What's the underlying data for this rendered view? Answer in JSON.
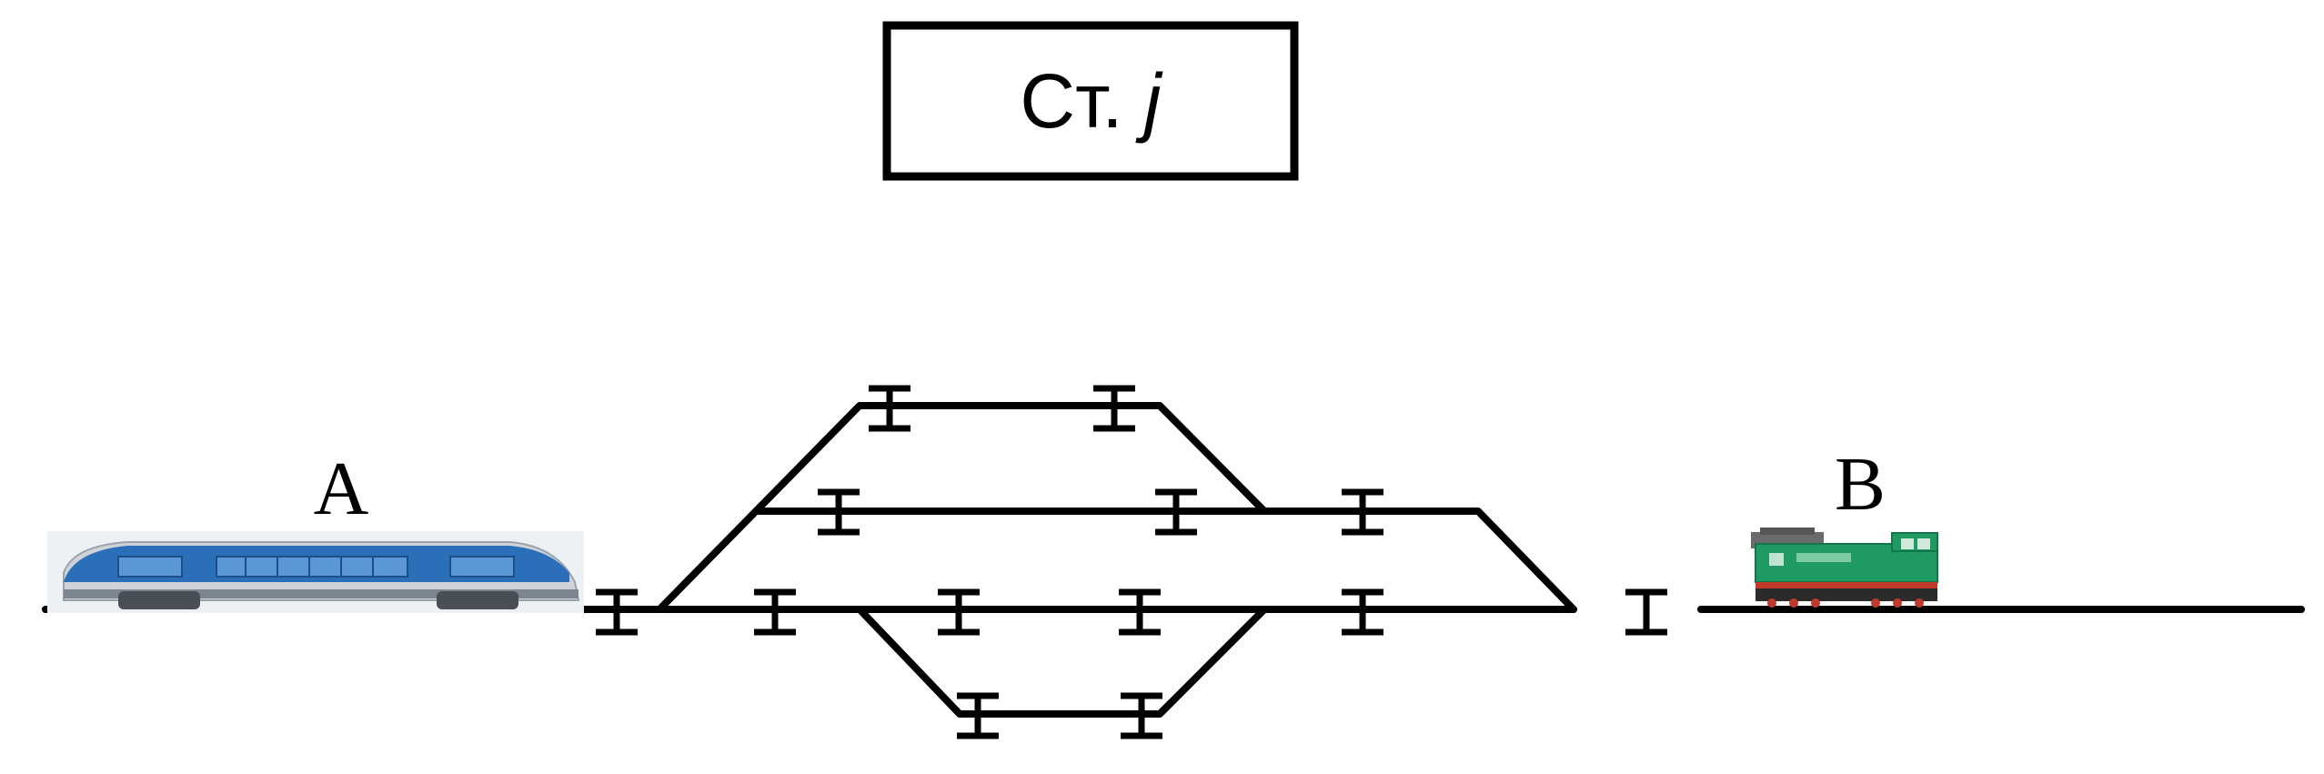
{
  "station_label": {
    "prefix": "Ст. ",
    "index": "j"
  },
  "point_a": "A",
  "point_b": "B",
  "colors": {
    "track": "#000000",
    "railcar_blue": "#2a6fb8",
    "railcar_silver": "#cfd3d8",
    "railcar_window": "#5b97d6",
    "loco_green": "#1f9a63",
    "loco_red": "#c0392b",
    "loco_roof": "#6b6b6b"
  },
  "icons": [
    "passenger-railcar-icon",
    "diesel-locomotive-icon"
  ]
}
